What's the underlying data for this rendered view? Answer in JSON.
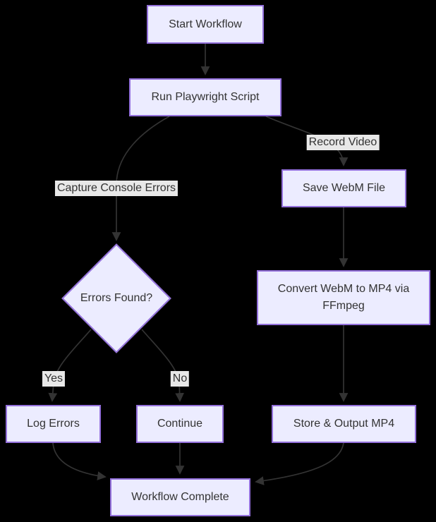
{
  "diagram": {
    "background_color": "#000000",
    "node_fill_color": "#ECECFF",
    "node_border_color": "#9370DB",
    "edge_color": "#333333",
    "edge_label_background": "#e8e8e8",
    "text_color": "#333333",
    "nodes": {
      "start": {
        "label": "Start Workflow",
        "shape": "rect"
      },
      "run": {
        "label": "Run Playwright Script",
        "shape": "rect"
      },
      "save": {
        "label": "Save WebM File",
        "shape": "rect"
      },
      "convert": {
        "label": "Convert WebM to MP4 via FFmpeg",
        "shape": "rect"
      },
      "decision": {
        "label": "Errors Found?",
        "shape": "diamond"
      },
      "log": {
        "label": "Log Errors",
        "shape": "rect"
      },
      "continue": {
        "label": "Continue",
        "shape": "rect"
      },
      "store": {
        "label": "Store & Output MP4",
        "shape": "rect"
      },
      "complete": {
        "label": "Workflow Complete",
        "shape": "rect"
      }
    },
    "edges": [
      {
        "from": "start",
        "to": "run",
        "label": ""
      },
      {
        "from": "run",
        "to": "decision",
        "label": "Capture Console Errors"
      },
      {
        "from": "run",
        "to": "save",
        "label": "Record Video"
      },
      {
        "from": "save",
        "to": "convert",
        "label": ""
      },
      {
        "from": "convert",
        "to": "store",
        "label": ""
      },
      {
        "from": "decision",
        "to": "log",
        "label": "Yes"
      },
      {
        "from": "decision",
        "to": "continue",
        "label": "No"
      },
      {
        "from": "log",
        "to": "complete",
        "label": ""
      },
      {
        "from": "continue",
        "to": "complete",
        "label": ""
      },
      {
        "from": "store",
        "to": "complete",
        "label": ""
      }
    ],
    "edge_labels": {
      "capture": "Capture Console Errors",
      "record": "Record Video",
      "yes": "Yes",
      "no": "No"
    }
  }
}
